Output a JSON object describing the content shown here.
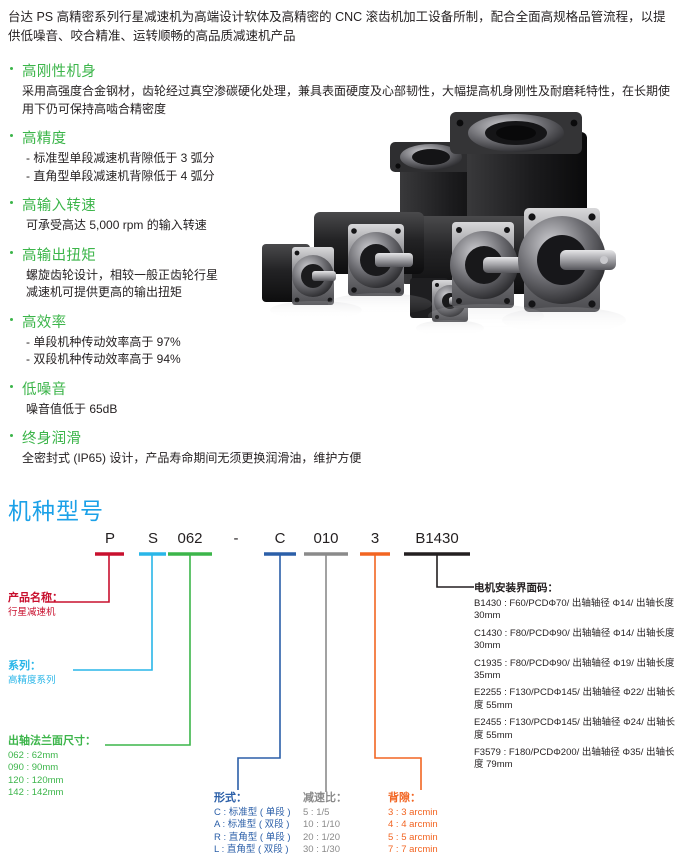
{
  "intro": {
    "paragraph": "台达 PS 高精密系列行星减速机为高端设计软体及高精密的 CNC 滚齿机加工设备所制，配合全面高规格品管流程，以提供低噪音、咬合精准、运转顺畅的高品质减速机产品"
  },
  "features": [
    {
      "title": "高刚性机身",
      "lines": [
        "采用高强度合金钢材，齿轮经过真空渗碳硬化处理，兼具表面硬度及心部韧性，大幅提高机身刚性及耐磨耗特性，在长期使用下仍可保持高啮合精密度"
      ],
      "narrow": false
    },
    {
      "title": "高精度",
      "lines": [
        "- 标准型单段减速机背隙低于 3 弧分",
        "- 直角型单段减速机背隙低于 4 弧分"
      ],
      "narrow": true
    },
    {
      "title": "高输入转速",
      "lines": [
        "可承受高达 5,000 rpm 的输入转速"
      ],
      "narrow": true
    },
    {
      "title": "高输出扭矩",
      "lines": [
        "螺旋齿轮设计，相较一般正齿轮行星",
        "减速机可提供更高的输出扭矩"
      ],
      "narrow": true
    },
    {
      "title": "高效率",
      "lines": [
        "- 单段机种传动效率高于 97%",
        "- 双段机种传动效率高于 94%"
      ],
      "narrow": true
    },
    {
      "title": "低噪音",
      "lines": [
        "噪音值低于 65dB"
      ],
      "narrow": true
    },
    {
      "title": "终身润滑",
      "lines": [
        "全密封式 (IP65) 设计，产品寿命期间无须更换润滑油，维护方便"
      ],
      "narrow": false
    }
  ],
  "photo": {
    "alt": "planetary-gearbox-family-photo"
  },
  "model_section": {
    "title": "机种型号",
    "code_parts": [
      {
        "text": "P",
        "color": "#c8102e"
      },
      {
        "text": "S",
        "color": "#29b6e8"
      },
      {
        "text": "062",
        "color": "#3cb54a"
      },
      {
        "text": "-",
        "color": "#231f20"
      },
      {
        "text": "C",
        "color": "#2b5fa8"
      },
      {
        "text": "010",
        "color": "#8a8a8a"
      },
      {
        "text": "3",
        "color": "#f26522"
      },
      {
        "text": "B1430",
        "color": "#231f20"
      }
    ],
    "legends": {
      "product_name": {
        "title": "产品名称：",
        "rows": [
          "行星减速机"
        ],
        "color": "#c8102e"
      },
      "series": {
        "title": "系列：",
        "rows": [
          "高精度系列"
        ],
        "color": "#29b6e8"
      },
      "flange_size": {
        "title": "出轴法兰面尺寸：",
        "rows": [
          "062 : 62mm",
          "090 : 90mm",
          "120 : 120mm",
          "142 : 142mm"
        ],
        "color": "#3cb54a"
      },
      "form": {
        "title": "形式：",
        "rows": [
          "C : 标准型 ( 单段 )",
          "A : 标准型 ( 双段 )",
          "R : 直角型 ( 单段 )",
          "L : 直角型 ( 双段 )"
        ],
        "color": "#2b5fa8"
      },
      "ratio": {
        "title": "减速比：",
        "rows": [
          "5 : 1/5",
          "10 : 1/10",
          "20 : 1/20",
          "30 : 1/30"
        ],
        "color": "#8a8a8a"
      },
      "backlash": {
        "title": "背隙：",
        "rows": [
          "3 : 3 arcmin",
          "4 : 4 arcmin",
          "5 : 5 arcmin",
          "7 : 7 arcmin"
        ],
        "color": "#f26522"
      },
      "motor_interface": {
        "title": "电机安装界面码：",
        "items": [
          "B1430 : F60/PCDΦ70/ 出轴轴径 Φ14/ 出轴长度 30mm",
          "C1430 : F80/PCDΦ90/ 出轴轴径 Φ14/ 出轴长度 30mm",
          "C1935 : F80/PCDΦ90/ 出轴轴径 Φ19/ 出轴长度 35mm",
          "E2255 : F130/PCDΦ145/ 出轴轴径 Φ22/ 出轴长度 55mm",
          "E2455 : F130/PCDΦ145/ 出轴轴径 Φ24/ 出轴长度 55mm",
          "F3579 : F180/PCDΦ200/ 出轴轴径 Φ35/ 出轴长度 79mm"
        ],
        "color": "#231f20"
      }
    }
  }
}
